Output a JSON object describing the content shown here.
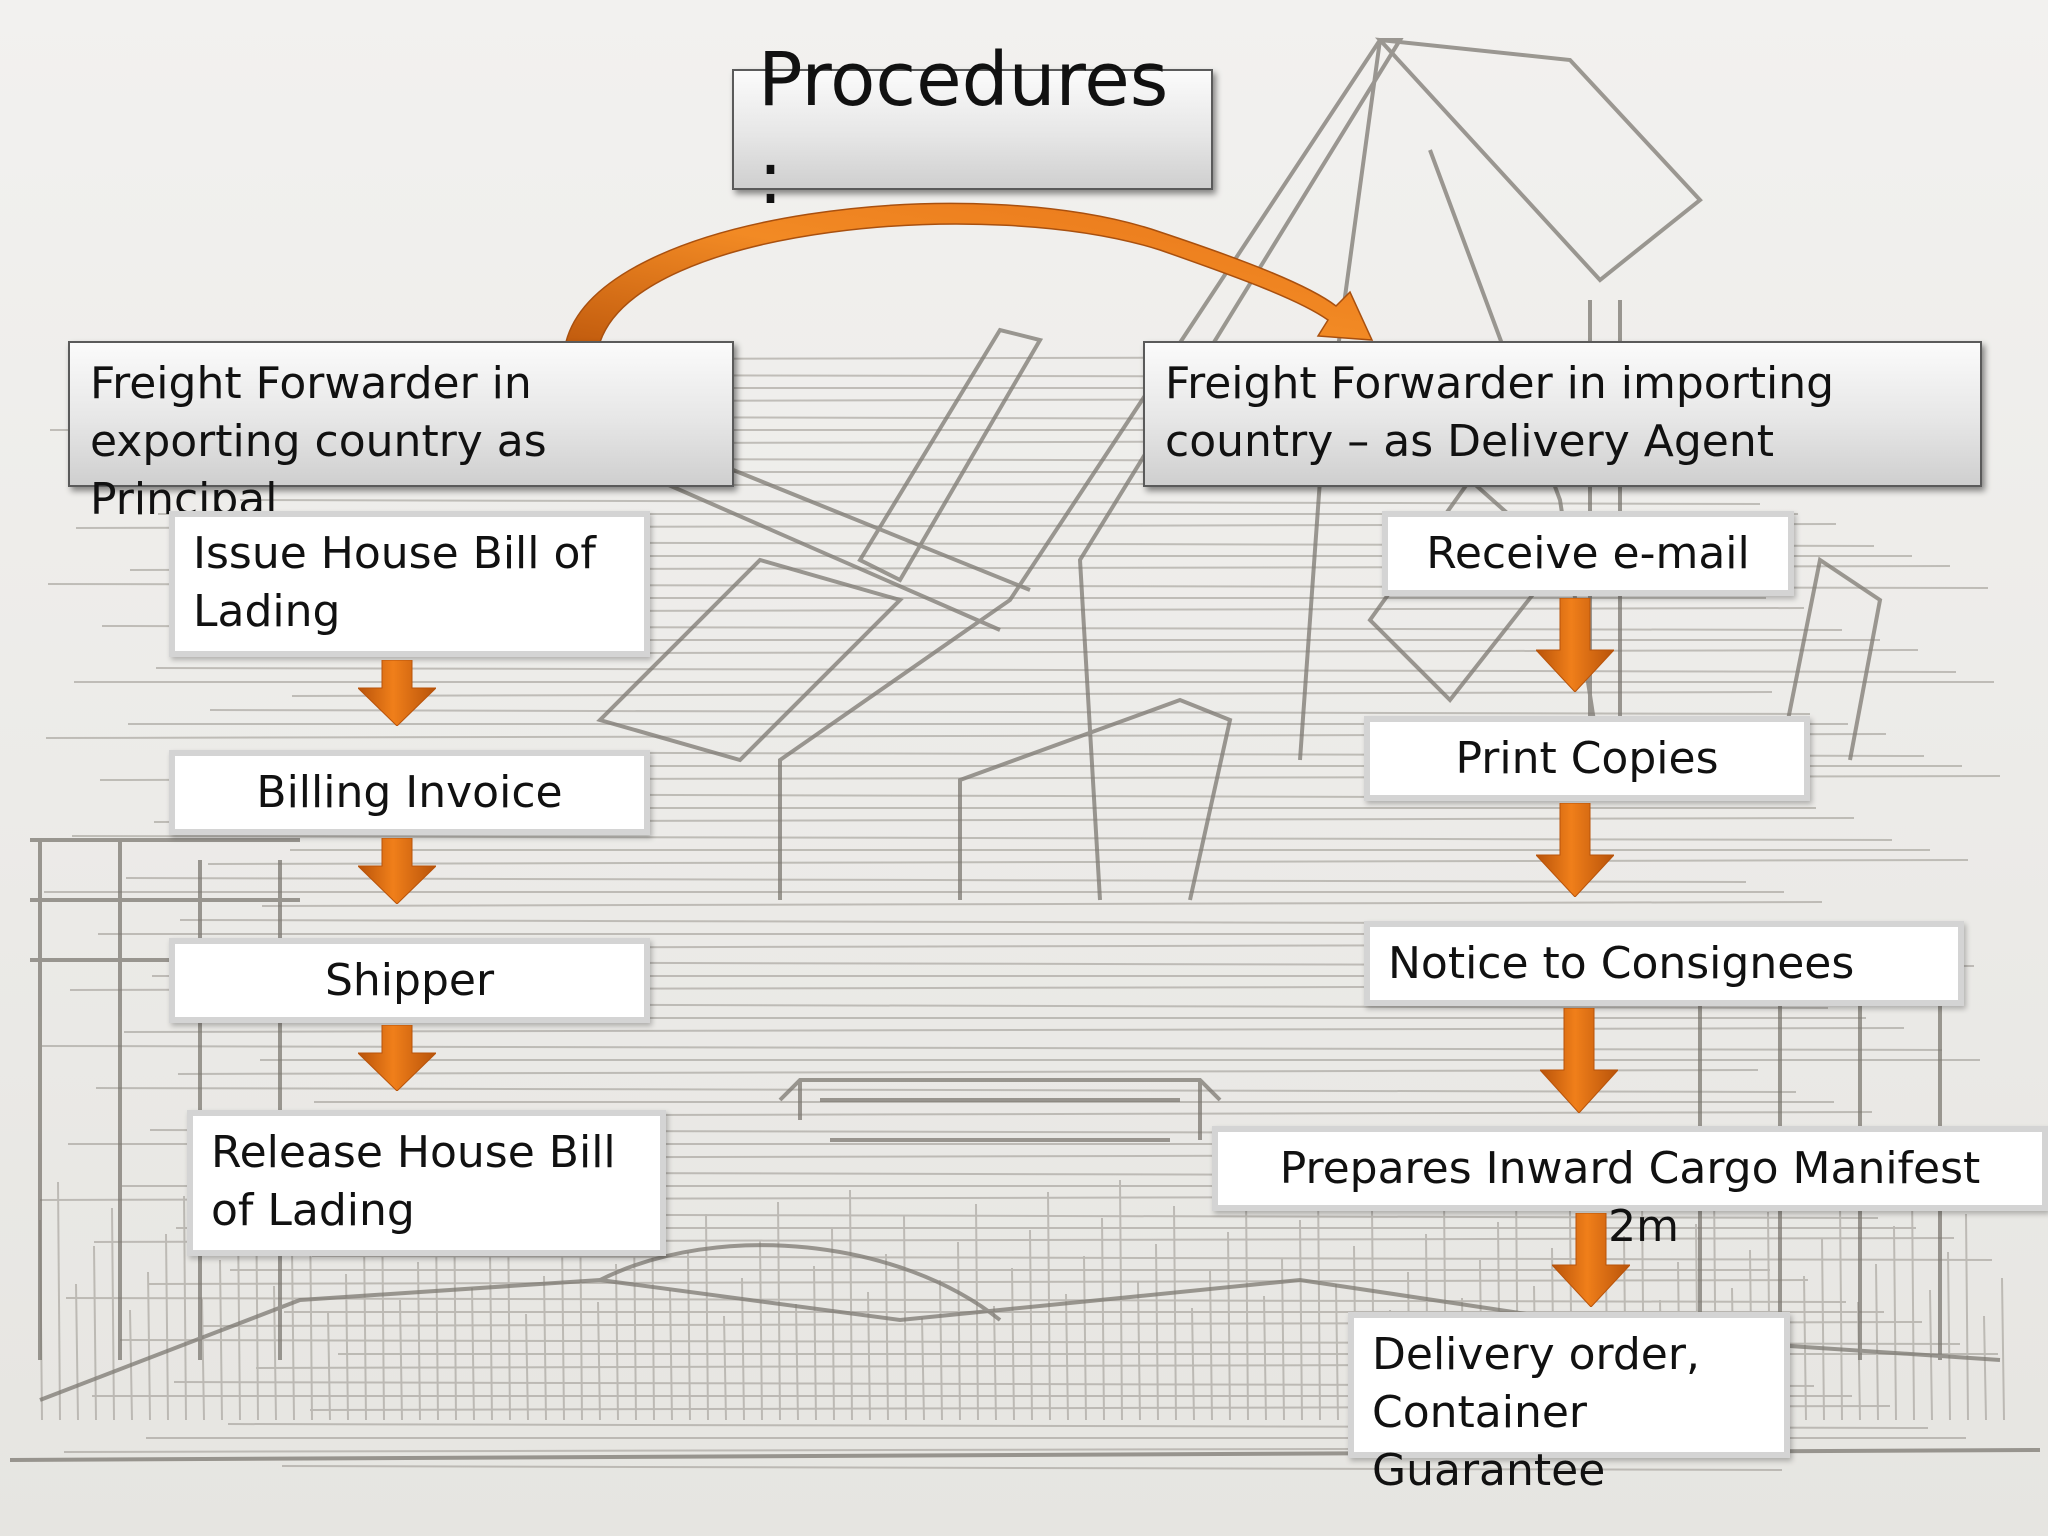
{
  "title": "Procedures :",
  "colors": {
    "arrow": "#f07f1a",
    "arrow_dark": "#b8530a",
    "sketch": "#8a8680"
  },
  "left": {
    "header": "Freight Forwarder in exporting country as Principal",
    "steps": [
      "Issue House Bill of Lading",
      "Billing Invoice",
      "Shipper",
      "Release House Bill of Lading"
    ]
  },
  "right": {
    "header": "Freight Forwarder in importing country – as Delivery Agent",
    "steps": [
      "Receive e-mail",
      "Print Copies",
      "Notice to Consignees",
      "Prepares Inward Cargo Manifest e2m",
      "Delivery order, Container Guarantee"
    ]
  }
}
